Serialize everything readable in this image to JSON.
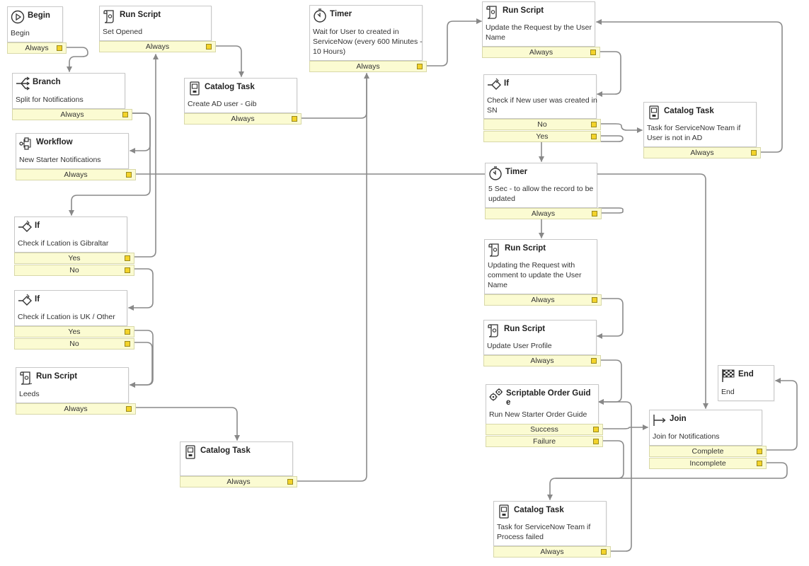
{
  "nodes": {
    "begin": {
      "title": "Begin",
      "desc": "Begin",
      "outputs": [
        "Always"
      ]
    },
    "branch": {
      "title": "Branch",
      "desc": "Split for Notifications",
      "outputs": [
        "Always"
      ]
    },
    "workflow": {
      "title": "Workflow",
      "desc": "New Starter Notifications",
      "outputs": [
        "Always"
      ]
    },
    "if_gib": {
      "title": "If",
      "desc": "Check if Lcation is Gibraltar",
      "outputs": [
        "Yes",
        "No"
      ]
    },
    "if_uk": {
      "title": "If",
      "desc": "Check if Lcation is UK / Other",
      "outputs": [
        "Yes",
        "No"
      ]
    },
    "script_leeds": {
      "title": "Run Script",
      "desc": "Leeds",
      "outputs": [
        "Always"
      ]
    },
    "script_opened": {
      "title": "Run Script",
      "desc": "Set Opened",
      "outputs": [
        "Always"
      ]
    },
    "task_ad": {
      "title": "Catalog Task",
      "desc": "Create AD user - Gib",
      "outputs": [
        "Always"
      ]
    },
    "task_blank": {
      "title": "Catalog Task",
      "desc": "",
      "outputs": [
        "Always"
      ]
    },
    "timer_wait": {
      "title": "Timer",
      "desc": "Wait for User to created in ServiceNow (every 600 Minutes - 10 Hours)",
      "outputs": [
        "Always"
      ]
    },
    "script_update_req": {
      "title": "Run Script",
      "desc": "Update the Request by the User Name",
      "outputs": [
        "Always"
      ]
    },
    "if_sn": {
      "title": "If",
      "desc": "Check if New user was created in SN",
      "outputs": [
        "No",
        "Yes"
      ]
    },
    "task_sn_team": {
      "title": "Catalog Task",
      "desc": "Task for ServiceNow Team if User is not in AD",
      "outputs": [
        "Always"
      ]
    },
    "timer_5s": {
      "title": "Timer",
      "desc": "5 Sec - to allow the record to be updated",
      "outputs": [
        "Always"
      ]
    },
    "script_updating": {
      "title": "Run Script",
      "desc": "Updating the Request with comment to update the User Name",
      "outputs": [
        "Always"
      ]
    },
    "script_profile": {
      "title": "Run Script",
      "desc": "Update User Profile",
      "outputs": [
        "Always"
      ]
    },
    "order_guide": {
      "title": "Scriptable Order Guid e",
      "desc": "Run New Starter Order Guide",
      "outputs": [
        "Success",
        "Failure"
      ]
    },
    "task_failed": {
      "title": "Catalog Task",
      "desc": "Task for ServiceNow Team if Process failed",
      "outputs": [
        "Always"
      ]
    },
    "join": {
      "title": "Join",
      "desc": "Join for Notifications",
      "outputs": [
        "Complete",
        "Incomplete"
      ]
    },
    "end": {
      "title": "End",
      "desc": "End",
      "outputs": []
    }
  },
  "icons": {
    "begin": "play-icon",
    "branch": "branch-icon",
    "workflow": "workflow-icon",
    "if": "if-diamond-icon",
    "script": "script-scroll-icon",
    "task": "catalog-task-icon",
    "timer": "timer-icon",
    "order_guide": "gears-icon",
    "join": "join-icon",
    "end": "checkered-flag-icon"
  },
  "colors": {
    "connector": "#888888",
    "output_row": "#fbfbd2",
    "output_port": "#f3d32a",
    "node_border": "#c8c8c8"
  }
}
